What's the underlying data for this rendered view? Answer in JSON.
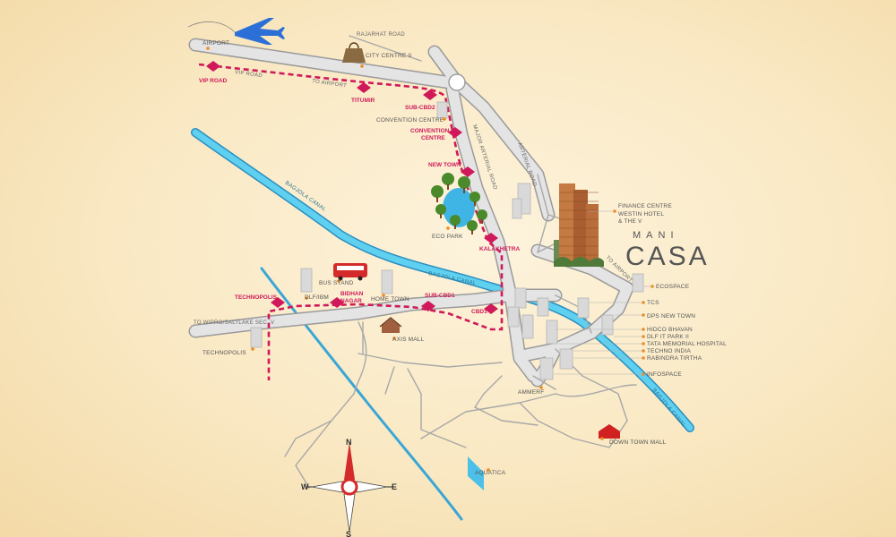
{
  "brand": {
    "small": "MANI",
    "big": "CASA"
  },
  "colors": {
    "metro": "#d0195a",
    "canal": "#4cc0e8",
    "road": "#e2e2e2",
    "road_edge": "#9a9a9a",
    "background": "#f9e8c2"
  },
  "roads": {
    "rajarhat": "RAJARHAT ROAD",
    "vip": "VIP ROAD",
    "to_airport_vip": "TO AIRPORT",
    "major_arterial": "MAJOR ARTERIAL ROAD",
    "arterial": "ARTERIAL ROAD",
    "to_airport_east": "TO AIRPORT",
    "to_wipro": "TO WIPRO/SALTLAKE SEC. V"
  },
  "canals": {
    "bagjola_1": "BAGJOLA CANAL",
    "bagjola_2": "BAGJOLA CANAL",
    "bagjola_3": "BAGJOLA CANAL"
  },
  "metro_stations": {
    "vip_road": "VIP ROAD",
    "titumir": "TITUMIR",
    "sub_cbd2": "SUB-CBD2",
    "convention_centre_1": "CONVENTION",
    "convention_centre_2": "CENTRE",
    "new_town": "NEW TOWN",
    "kalakhetra": "KALAKHETRA",
    "cbd1": "CBD1",
    "sub_cbd1": "SUB-CBD1",
    "bidhan_nagar_1": "BIDHAN",
    "bidhan_nagar_2": "NAGAR",
    "technopolis": "TECHNOPOLIS"
  },
  "landmarks": {
    "airport": "AIRPORT",
    "city_centre": "CITY CENTRE II",
    "convention_centre": "CONVENTION CENTRE",
    "eco_park": "ECO PARK",
    "finance_centre": "FINANCE CENTRE",
    "westin_1": "WESTIN HOTEL",
    "westin_2": "& THE V",
    "ecospace": "ECOSPACE",
    "tcs": "TCS",
    "dps": "DPS NEW TOWN",
    "hidco": "HIDCO BHAVAN",
    "dlf2": "DLF IT PARK II",
    "tata": "TATA MEMORIAL HOSPITAL",
    "techno_india": "TECHNO INDIA",
    "rabindra": "RABINDRA TIRTHA",
    "infospace": "INFOSPACE",
    "ammerf": "AMMERF",
    "down_town_mall": "DOWN TOWN MALL",
    "aquatica": "AQUATICA",
    "axis_mall": "AXIS MALL",
    "home_town": "HOME TOWN",
    "bus_stand": "BUS STAND",
    "dlf_ibm": "DLF/IBM",
    "technopolis": "TECHNOPOLIS"
  },
  "compass": {
    "n": "N",
    "s": "S",
    "e": "E",
    "w": "W"
  },
  "icons": {
    "airplane": "airplane-icon",
    "shopping_bag": "shopping-bag-icon",
    "bus": "bus-icon",
    "tree": "tree-icon",
    "house": "house-icon",
    "compass": "compass-icon",
    "metro": "metro-station-icon"
  }
}
